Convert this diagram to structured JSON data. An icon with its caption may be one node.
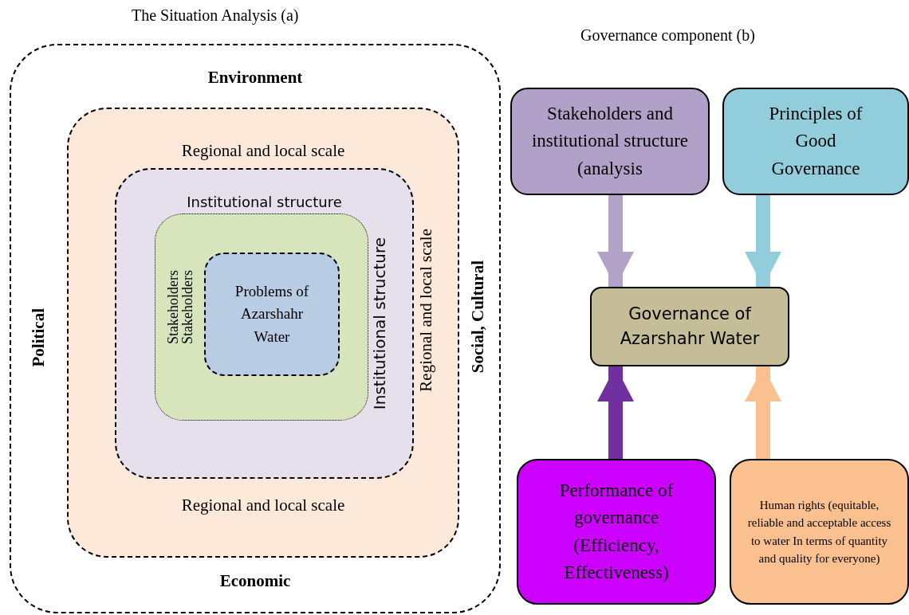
{
  "diagram": {
    "nodes": [
      {
        "text": [
          "Environment",
          "Political",
          "Social, Cultural",
          "Economic"
        ]
      },
      {
        "text": [
          "Regional and local scale",
          "Regional and local scale",
          "Regional and local scale"
        ],
        "in": 0
      },
      {
        "text": [
          "Institutional structure",
          "Institutional structure"
        ],
        "in": 1
      },
      {
        "text": [
          "Stakeholders",
          "Stakeholders"
        ],
        "in": 2
      },
      {
        "text": [
          "Problems of Azarshahr Water"
        ],
        "in": 3
      },
      {
        "text": [
          "Stakeholders and institutional structure (analysis"
        ]
      },
      {
        "text": [
          "Principles of Good Governance"
        ]
      },
      {
        "text": [
          "Governance of Azarshahr Water"
        ]
      },
      {
        "text": [
          "Performance of governance (Efficiency, Effectiveness)"
        ]
      },
      {
        "text": [
          "Human rights (equitable, reliable and acceptable access to water In terms of quantity and quality for everyone)"
        ]
      }
    ],
    "edges": [
      {
        "from": 5,
        "to": 7,
        "arrow": "to",
        "color": "#b3a2c7"
      },
      {
        "from": 6,
        "to": 7,
        "arrow": "to",
        "color": "#92cddc"
      },
      {
        "from": 8,
        "to": 7,
        "arrow": "to",
        "color": "#7030a0"
      },
      {
        "from": 9,
        "to": 7,
        "arrow": "to",
        "color": "#fac090"
      }
    ],
    "labels": [
      "The Situation Analysis (a)",
      "Governance component (b)"
    ]
  }
}
